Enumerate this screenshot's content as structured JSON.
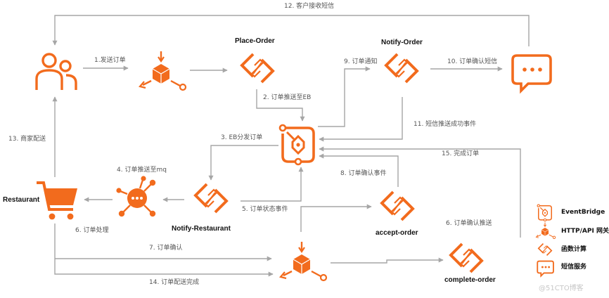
{
  "colors": {
    "accent": "#f26b1d",
    "arrow": "#a6a6a6",
    "label": "#555555"
  },
  "nodes": {
    "place_order": "Place-Order",
    "notify_order": "Notify-Order",
    "restaurant": "Restaurant",
    "notify_restaurant": "Notify-Restaurant",
    "accept_order": "accept-order",
    "complete_order": "complete-order"
  },
  "steps": {
    "s1": "1.发送订单",
    "s2": "2. 订单推送至EB",
    "s3": "3. EB分发订单",
    "s4": "4. 订单推送至mq",
    "s5": "5. 订单状态事件",
    "s6a": "6. 订单处理",
    "s6b": "6. 订单确认推送",
    "s7": "7. 订单确认",
    "s8": "8. 订单确认事件",
    "s9": "9. 订单通知",
    "s10": "10. 订单确认短信",
    "s11": "11. 短信推送成功事件",
    "s12": "12. 客户接收短信",
    "s13": "13. 商家配送",
    "s14": "14. 订单配送完成",
    "s15": "15. 完成订单"
  },
  "legend": [
    {
      "icon": "eventbridge-icon",
      "label": "EventBridge"
    },
    {
      "icon": "api-gateway-icon",
      "label": "HTTP/API 网关"
    },
    {
      "icon": "function-compute-icon",
      "label": "函数计算"
    },
    {
      "icon": "sms-service-icon",
      "label": "短信服务"
    }
  ],
  "watermark": "@51CTO博客"
}
